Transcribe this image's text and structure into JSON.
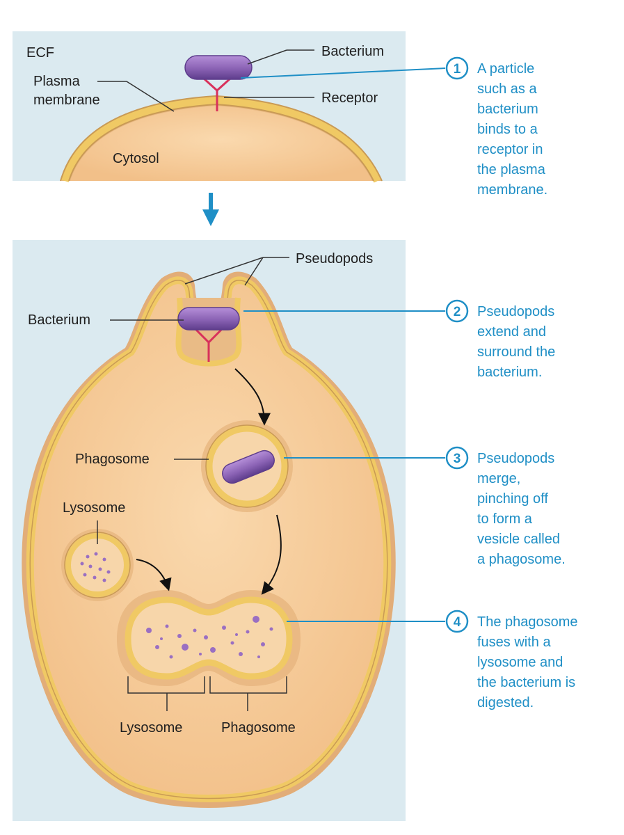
{
  "panel1": {
    "ecf_label": "ECF",
    "plasma_membrane_label": [
      "Plasma",
      "membrane"
    ],
    "cytosol_label": "Cytosol",
    "bacterium_label": "Bacterium",
    "receptor_label": "Receptor"
  },
  "panel2": {
    "pseudopods_label": "Pseudopods",
    "bacterium_label": "Bacterium",
    "phagosome_label": "Phagosome",
    "lysosome_label": "Lysosome",
    "bottom_lysosome_label": "Lysosome",
    "bottom_phagosome_label": "Phagosome"
  },
  "steps": [
    {
      "number": "1",
      "lines": [
        "A particle",
        "such as a",
        "bacterium",
        "binds to a",
        "receptor in",
        "the plasma",
        "membrane."
      ]
    },
    {
      "number": "2",
      "lines": [
        "Pseudopods",
        "extend and",
        "surround the",
        "bacterium."
      ]
    },
    {
      "number": "3",
      "lines": [
        "Pseudopods",
        "merge,",
        "pinching off",
        "to form a",
        "vesicle called",
        "a phagosome."
      ]
    },
    {
      "number": "4",
      "lines": [
        "The phagosome",
        "fuses with a",
        "lysosome and",
        "the bacterium is",
        "digested."
      ]
    }
  ],
  "colors": {
    "panel_bg": "#dbeaf0",
    "cytosol": "#f7cfa0",
    "membrane": "#f0c964",
    "bacterium": "#8a62b4",
    "receptor": "#d8315b",
    "accent": "#1f8fc6"
  }
}
